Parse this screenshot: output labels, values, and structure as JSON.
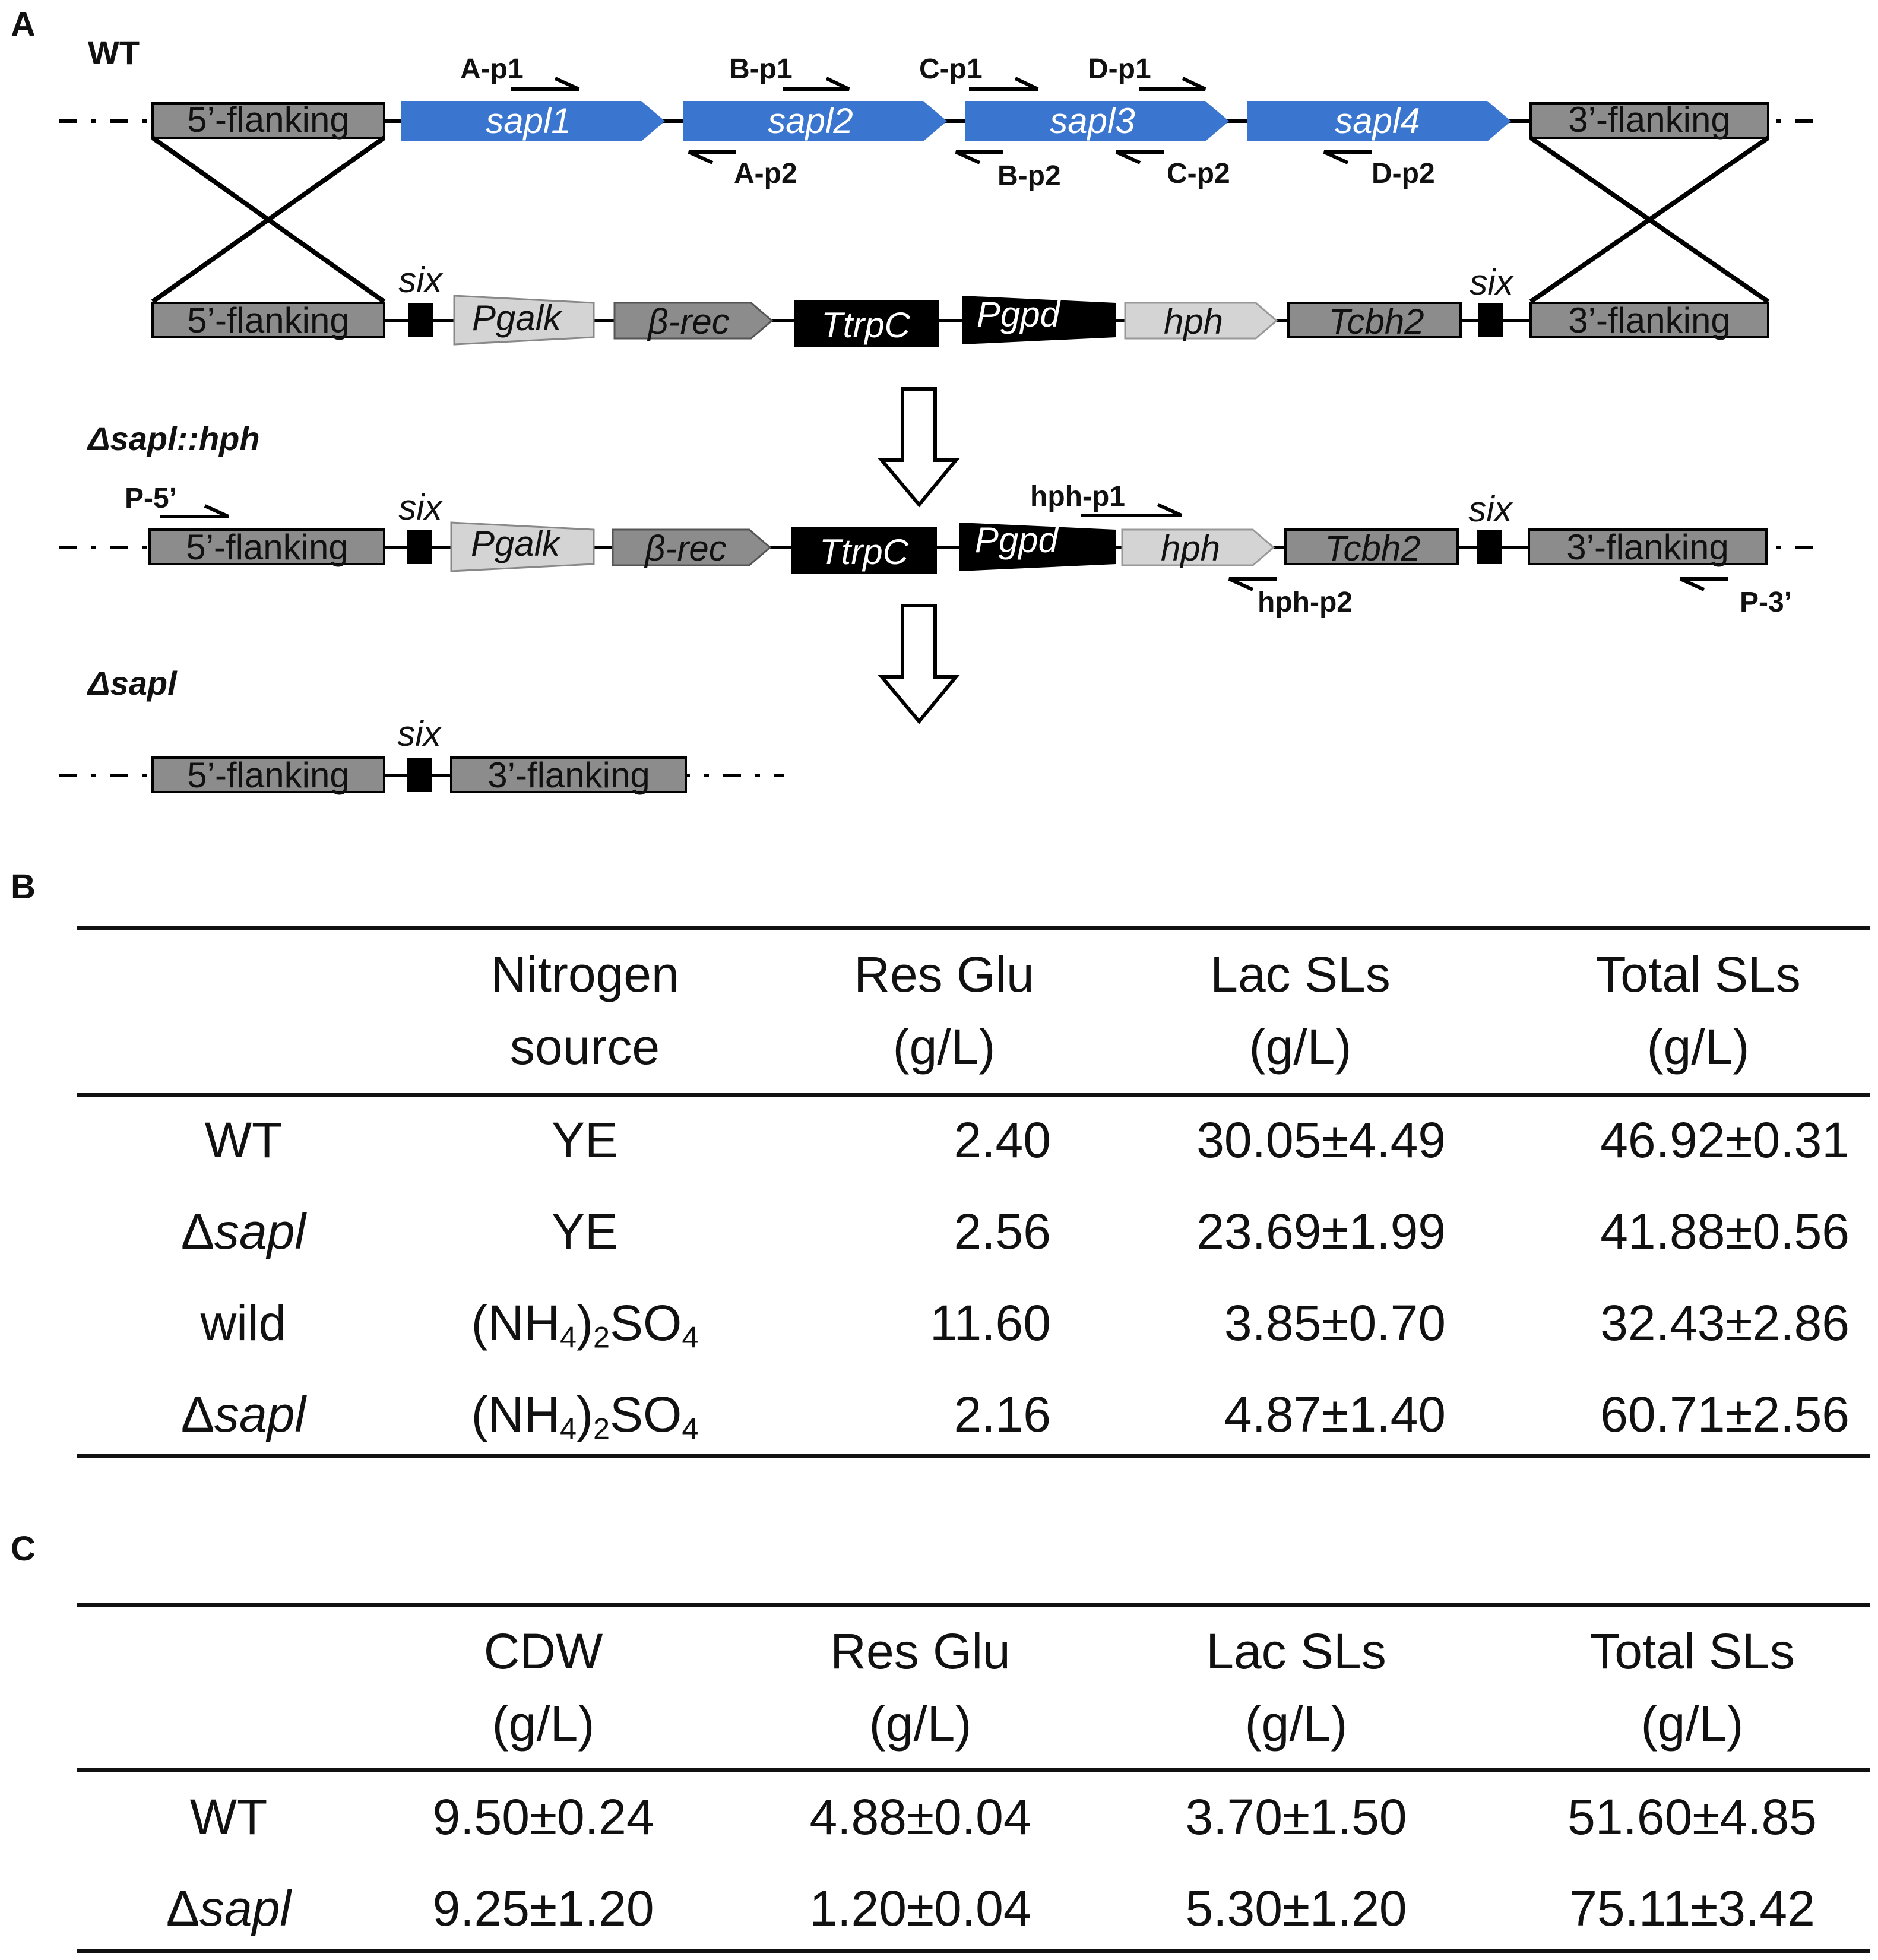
{
  "panels": {
    "a": "A",
    "b": "B",
    "c": "C"
  },
  "colors": {
    "gene": "#3a76d0",
    "flank": "#8c8c8c",
    "promoter_light": "#d4d4d4",
    "black": "#000000"
  },
  "diagram": {
    "wt_label": "WT",
    "hph_label": "Δsapl::hph",
    "sapl_label": "Δsapl",
    "flank5": "5’-flanking",
    "flank3": "3’-flanking",
    "genes": [
      "sapl1",
      "sapl2",
      "sapl3",
      "sapl4"
    ],
    "six": "six",
    "pgalk": "Pgalk",
    "brec": "β-rec",
    "ttrpc": "TtrpC",
    "pgpd": "Pgpd",
    "hph": "hph",
    "tcbh2": "Tcbh2",
    "primers": {
      "a_p1": "A-p1",
      "a_p2": "A-p2",
      "b_p1": "B-p1",
      "b_p2": "B-p2",
      "c_p1": "C-p1",
      "c_p2": "C-p2",
      "d_p1": "D-p1",
      "d_p2": "D-p2",
      "p5": "P-5’",
      "p3": "P-3’",
      "hph_p1": "hph-p1",
      "hph_p2": "hph-p2"
    }
  },
  "table_b": {
    "headers": {
      "nitrogen": [
        "Nitrogen",
        "source"
      ],
      "res_glu": [
        "Res Glu",
        "(g/L)"
      ],
      "lac_sls": [
        "Lac SLs",
        "(g/L)"
      ],
      "total_sls": [
        "Total SLs",
        "(g/L)"
      ]
    },
    "rows": [
      {
        "strain_prefix": "",
        "strain": "WT",
        "nitrogen": "YE",
        "res_glu": "2.40",
        "lac_sls": "30.05±4.49",
        "total_sls": "46.92±0.31"
      },
      {
        "strain_prefix": "Δ",
        "strain": "sapl",
        "nitrogen": "YE",
        "res_glu": "2.56",
        "lac_sls": "23.69±1.99",
        "total_sls": "41.88±0.56"
      },
      {
        "strain_prefix": "",
        "strain": "wild",
        "nitrogen": "(NH4)2SO4",
        "res_glu": "11.60",
        "lac_sls": "3.85±0.70",
        "total_sls": "32.43±2.86"
      },
      {
        "strain_prefix": "Δ",
        "strain": "sapl",
        "nitrogen": "(NH4)2SO4",
        "res_glu": "2.16",
        "lac_sls": "4.87±1.40",
        "total_sls": "60.71±2.56"
      }
    ]
  },
  "table_c": {
    "headers": {
      "cdw": [
        "CDW",
        "(g/L)"
      ],
      "res_glu": [
        "Res Glu",
        "(g/L)"
      ],
      "lac_sls": [
        "Lac SLs",
        "(g/L)"
      ],
      "total_sls": [
        "Total SLs",
        "(g/L)"
      ]
    },
    "rows": [
      {
        "strain_prefix": "",
        "strain": "WT",
        "cdw": "9.50±0.24",
        "res_glu": "4.88±0.04",
        "lac_sls": "3.70±1.50",
        "total_sls": "51.60±4.85"
      },
      {
        "strain_prefix": "Δ",
        "strain": "sapl",
        "cdw": "9.25±1.20",
        "res_glu": "1.20±0.04",
        "lac_sls": "5.30±1.20",
        "total_sls": "75.11±3.42"
      }
    ]
  }
}
